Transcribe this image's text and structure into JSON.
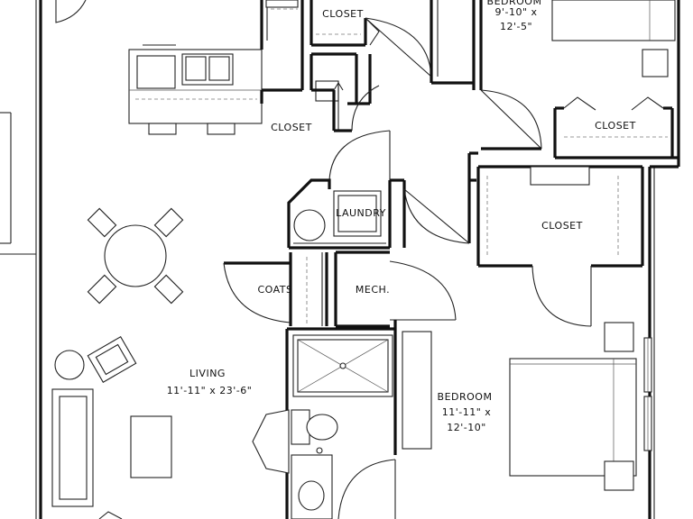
{
  "rooms": {
    "closet_top": "CLOSET",
    "closet_hall": "CLOSET",
    "bedroom_top_name": "BEDROOM",
    "bedroom_top_dim1": "9'-10\" x",
    "bedroom_top_dim2": "12'-5\"",
    "closet_right": "CLOSET",
    "laundry": "LAUNDRY",
    "closet_mid": "CLOSET",
    "coats": "COATS",
    "mech": "MECH.",
    "living_name": "LIVING",
    "living_dim": "11'-11\" x 23'-6\"",
    "bedroom_name": "BEDROOM",
    "bedroom_dim1": "11'-11\" x",
    "bedroom_dim2": "12'-10\""
  }
}
